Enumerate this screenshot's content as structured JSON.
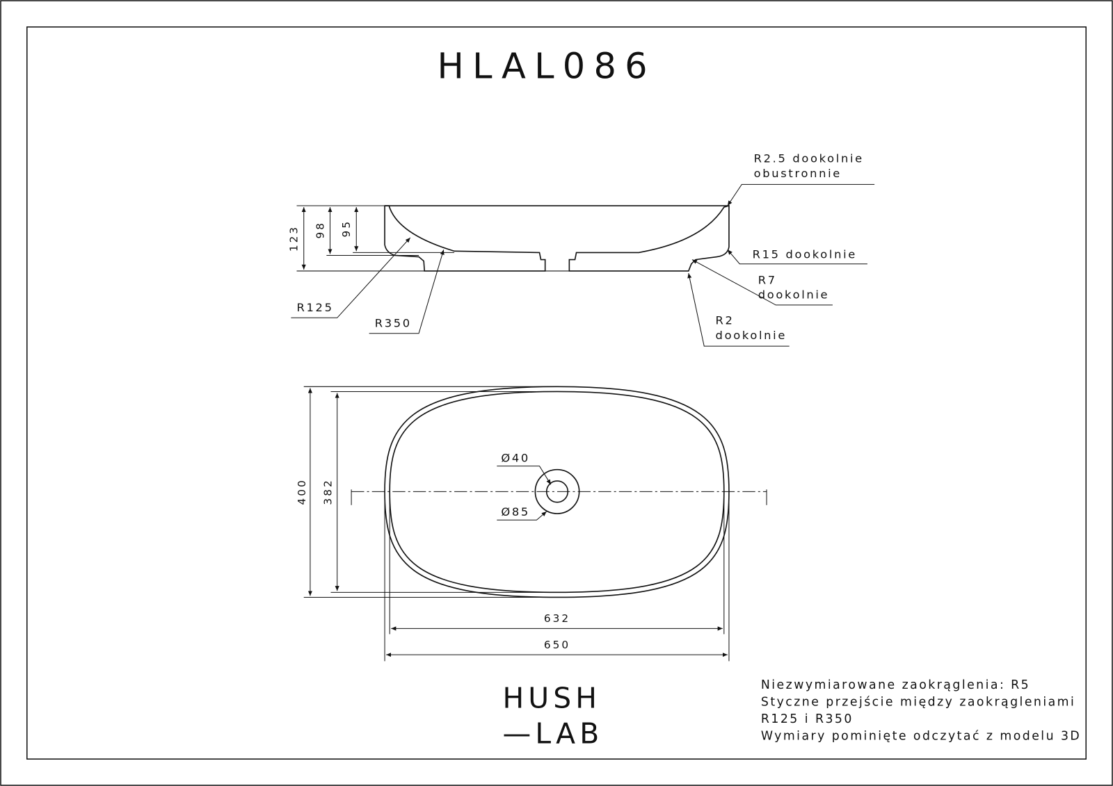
{
  "title": "HLAL086",
  "section_view": {
    "dimensions": {
      "overall_height": "123",
      "height_98": "98",
      "inner_depth": "95"
    },
    "callouts": {
      "r125": "R125",
      "r350": "R350",
      "r2_5_line1": "R2.5 dookolnie",
      "r2_5_line2": "obustronnie",
      "r15": "R15 dookolnie",
      "r7_line1": "R7",
      "r7_line2": "dookolnie",
      "r2_line1": "R2",
      "r2_line2": "dookolnie"
    }
  },
  "plan_view": {
    "dimensions": {
      "outer_depth": "400",
      "inner_depth": "382",
      "inner_width": "632",
      "outer_width": "650"
    },
    "drain": {
      "inner_diameter": "Ø40",
      "outer_diameter": "Ø85"
    }
  },
  "logo": {
    "line1": "HUSH",
    "line2": "—LAB"
  },
  "notes": [
    "Niezwymiarowane zaokrąglenia: R5",
    "Styczne przejście między zaokrągleniami",
    "R125 i R350",
    "Wymiary pominięte odczytać z modelu 3D"
  ]
}
